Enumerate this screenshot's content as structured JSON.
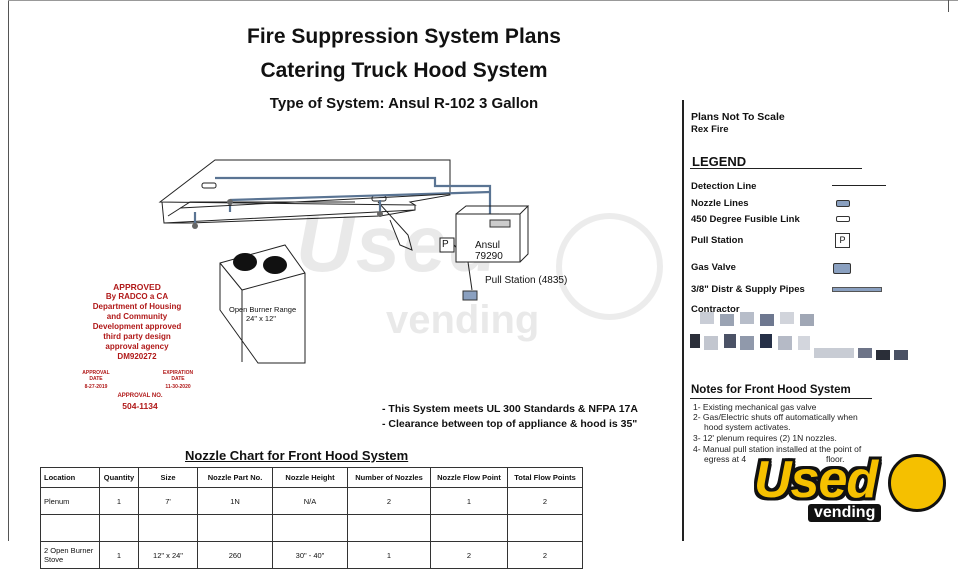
{
  "header": {
    "title1": "Fire Suppression System Plans",
    "title2": "Catering Truck Hood System",
    "system_type": "Type of System: Ansul R-102 3 Gallon"
  },
  "legend_panel": {
    "scale_note": "Plans Not To Scale",
    "company": "Rex Fire",
    "legend_heading": "LEGEND",
    "items": [
      {
        "label": "Detection Line",
        "icon": "line-icon"
      },
      {
        "label": "Nozzle Lines",
        "icon": "nozzle-icon"
      },
      {
        "label": "450 Degree Fusible Link",
        "icon": "fusible-link-icon"
      },
      {
        "label": "Pull Station",
        "icon": "pull-station-icon"
      },
      {
        "label": "Gas Valve",
        "icon": "gas-valve-icon"
      },
      {
        "label": "3/8\" Distr & Supply Pipes",
        "icon": "pipe-icon"
      }
    ],
    "contractor_label": "Contractor",
    "notes_heading": "Notes for Front Hood System",
    "notes": [
      "1- Existing mechanical gas valve",
      "2- Gas/Electric shuts off automatically when",
      "hood system activates.",
      "3- 12' plenum requires (2) 1N nozzles.",
      "4- Manual pull station installed at the point of",
      "egress at 4"
    ],
    "notes_tail": "floor."
  },
  "diagram": {
    "ansul_label": "Ansul",
    "ansul_number": "79290",
    "pull_station": "Pull Station (4835)",
    "p_marker": "P",
    "range_label": "Open Burner Range",
    "range_size": "24\" x 12\""
  },
  "stamp": {
    "lines": [
      "APPROVED",
      "By RADCO a CA",
      "Department of Housing",
      "and Community",
      "Development approved",
      "third party design",
      "approval agency",
      "DM920272"
    ],
    "approval_date_label": "APPROVAL DATE",
    "approval_date": "8-27-2019",
    "expiration_label": "EXPIRATION DATE",
    "expiration_date": "11-30-2020",
    "approval_no_label": "APPROVAL NO.",
    "approval_no": "504-1134"
  },
  "compliance": [
    "- This System meets UL 300 Standards & NFPA 17A",
    "- Clearance between top of appliance & hood is 35\""
  ],
  "nozzle_chart": {
    "title": "Nozzle Chart for Front Hood System",
    "headers": [
      "Location",
      "Quantity",
      "Size",
      "Nozzle Part No.",
      "Nozzle Height",
      "Number of Nozzles",
      "Nozzle Flow Point",
      "Total Flow Points"
    ],
    "rows": [
      [
        "Plenum",
        "1",
        "7'",
        "1N",
        "N/A",
        "2",
        "1",
        "2"
      ],
      [
        "",
        "",
        "",
        "",
        "",
        "",
        "",
        ""
      ],
      [
        "2 Open Burner Stove",
        "1",
        "12\" x 24\"",
        "260",
        "30\" - 40\"",
        "1",
        "2",
        "2"
      ]
    ]
  },
  "watermark": {
    "brand_top": "Used",
    "brand_bottom": "vending"
  },
  "colors": {
    "stamp_red": "#b01818",
    "pipe_blue": "#5a7493",
    "logo_yellow": "#f5c000"
  }
}
